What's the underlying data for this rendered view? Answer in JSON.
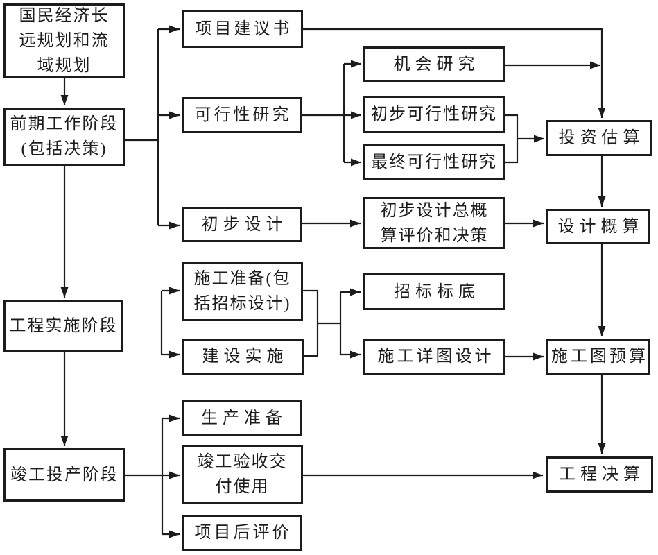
{
  "palette": {
    "ink": "#1c1c1c",
    "background": "#ffffff"
  },
  "boxes": {
    "national_plan": {
      "label": "国民经济长\n远规划和流\n域规划"
    },
    "early_phase": {
      "label": "前期工作阶段\n(包括决策)"
    },
    "impl_phase": {
      "label": "工程实施阶段"
    },
    "completion_phase": {
      "label": "竣工投产阶段"
    },
    "proposal": {
      "label": "项目建议书"
    },
    "feasibility": {
      "label": "可行性研究"
    },
    "opportunity": {
      "label": "机会研究"
    },
    "pre_feasibility": {
      "label": "初步可行性研究"
    },
    "final_feasibility": {
      "label": "最终可行性研究"
    },
    "invest_estimate": {
      "label": "投资估算"
    },
    "pre_design": {
      "label": "初步设计"
    },
    "design_eval": {
      "label": "初步设计总概\n算评价和决策"
    },
    "design_budget": {
      "label": "设计概算"
    },
    "constr_prep": {
      "label": "施工准备(包\n括招标设计)"
    },
    "constr_impl": {
      "label": "建设实施"
    },
    "bid_base": {
      "label": "招标标底"
    },
    "detail_design": {
      "label": "施工详图设计"
    },
    "constr_budget": {
      "label": "施工图预算"
    },
    "prod_prep": {
      "label": "生产准备"
    },
    "accept": {
      "label": "竣工验收交\n付使用"
    },
    "post_eval": {
      "label": "项目后评价"
    },
    "final_account": {
      "label": "工程决算"
    }
  },
  "edges": [
    {
      "from": "national_plan",
      "to": "early_phase"
    },
    {
      "from": "early_phase",
      "to": "impl_phase"
    },
    {
      "from": "impl_phase",
      "to": "completion_phase"
    },
    {
      "from": "early_phase",
      "to": "proposal"
    },
    {
      "from": "early_phase",
      "to": "feasibility"
    },
    {
      "from": "early_phase",
      "to": "pre_design"
    },
    {
      "from": "proposal",
      "to": "invest_estimate"
    },
    {
      "from": "feasibility",
      "to": "opportunity"
    },
    {
      "from": "feasibility",
      "to": "pre_feasibility"
    },
    {
      "from": "feasibility",
      "to": "final_feasibility"
    },
    {
      "from": "opportunity",
      "to": "invest_estimate"
    },
    {
      "from": "pre_feasibility",
      "to": "invest_estimate"
    },
    {
      "from": "final_feasibility",
      "to": "invest_estimate"
    },
    {
      "from": "invest_estimate",
      "to": "design_budget"
    },
    {
      "from": "pre_design",
      "to": "design_eval"
    },
    {
      "from": "design_eval",
      "to": "design_budget"
    },
    {
      "from": "design_budget",
      "to": "constr_budget"
    },
    {
      "from": "constr_prep",
      "to": "bid_base"
    },
    {
      "from": "constr_prep",
      "to": "detail_design"
    },
    {
      "from": "constr_impl",
      "to": "bid_base"
    },
    {
      "from": "constr_impl",
      "to": "detail_design"
    },
    {
      "from": "detail_design",
      "to": "constr_budget"
    },
    {
      "from": "constr_budget",
      "to": "final_account"
    },
    {
      "from": "completion_phase",
      "to": "prod_prep"
    },
    {
      "from": "completion_phase",
      "to": "accept"
    },
    {
      "from": "completion_phase",
      "to": "post_eval"
    },
    {
      "from": "accept",
      "to": "final_account"
    }
  ]
}
